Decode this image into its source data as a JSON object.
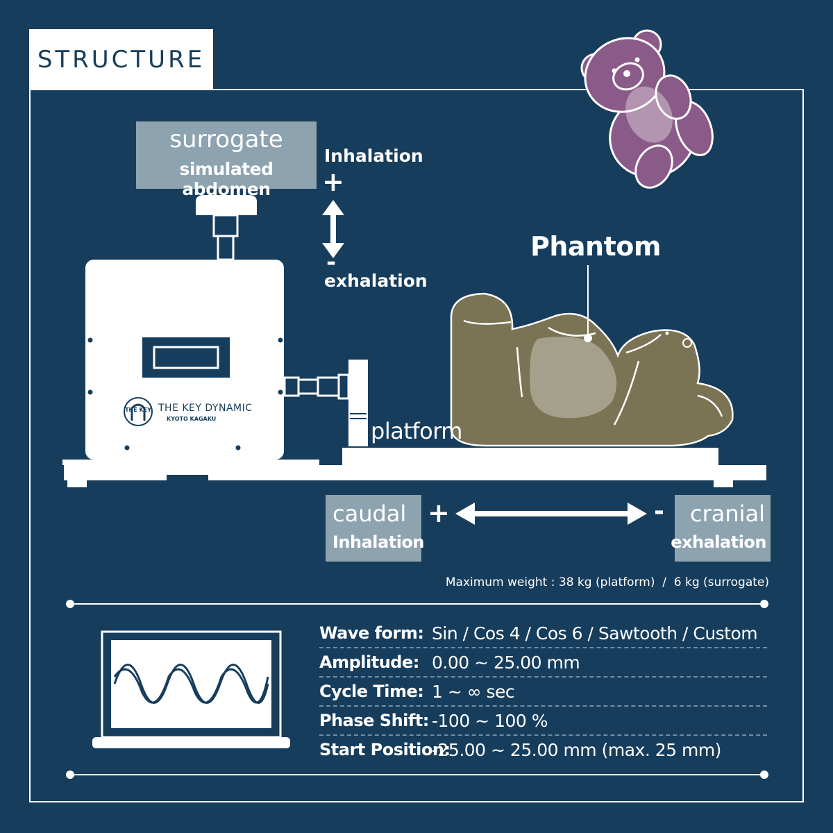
{
  "tab": {
    "title": "STRUCTURE"
  },
  "surrogate": {
    "title": "surrogate",
    "subtitle": "simulated abdomen"
  },
  "vertical_axis": {
    "plus_label": "Inhalation",
    "plus_sign": "+",
    "minus_sign": "-",
    "minus_label": "exhalation"
  },
  "phantom": {
    "label": "Phantom"
  },
  "device": {
    "brand": "THE KEY DYNAMIC",
    "maker": "KYOTO KAGAKU",
    "logo_text": "THE KEY"
  },
  "platform": {
    "label": "platform"
  },
  "horizontal_axis": {
    "caudal_title": "caudal",
    "caudal_sub": "Inhalation",
    "plus_sign": "+",
    "minus_sign": "-",
    "cranial_title": "cranial",
    "cranial_sub": "exhalation"
  },
  "max_weight": "Maximum weight : 38 kg (platform)  /  6 kg (surrogate)",
  "specs": [
    {
      "label": "Wave  form:",
      "value": "Sin / Cos 4 / Cos 6 / Sawtooth / Custom"
    },
    {
      "label": "Amplitude:",
      "value": "0.00 ~ 25.00 mm"
    },
    {
      "label": "Cycle  Time:",
      "value": "1 ~ ∞ sec"
    },
    {
      "label": "Phase  Shift:",
      "value": "-100 ~ 100 %"
    },
    {
      "label": "Start Position:",
      "value": "-25.00 ~ 25.00 mm (max. 25 mm)"
    }
  ],
  "colors": {
    "background": "#173d5c",
    "label_box": "#8ea3b0",
    "phantom_bear": "#7a7455",
    "gummy_bear": "#8a5a88",
    "white": "#ffffff"
  },
  "icons": [
    "gummy-bear-icon",
    "laptop-waveform-icon",
    "thekey-logo-icon"
  ]
}
